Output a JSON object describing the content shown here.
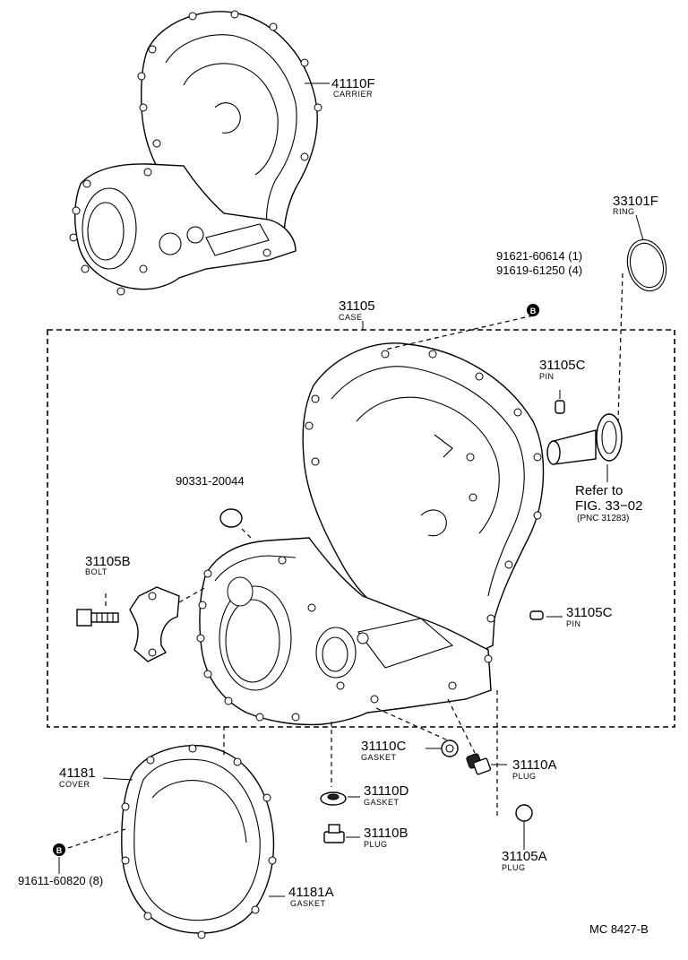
{
  "diagram": {
    "labels": {
      "carrier": {
        "pn": "41110F",
        "desc": "CARRIER"
      },
      "ring": {
        "pn": "33101F",
        "desc": "RING"
      },
      "bolt_refs": {
        "line1": "91621-60614 (1)",
        "line2": "91619-61250 (4)"
      },
      "case": {
        "pn": "31105",
        "desc": "CASE"
      },
      "pin_top": {
        "pn": "31105C",
        "desc": "PIN"
      },
      "refer": {
        "line1": "Refer to",
        "line2": "FIG. 33−02",
        "line3": "(PNC 31283)"
      },
      "part_90331": {
        "pn": "90331-20044"
      },
      "bolt": {
        "pn": "31105B",
        "desc": "BOLT"
      },
      "pin_right": {
        "pn": "31105C",
        "desc": "PIN"
      },
      "gasket_c": {
        "pn": "31110C",
        "desc": "GASKET"
      },
      "plug_a": {
        "pn": "31110A",
        "desc": "PLUG"
      },
      "cover": {
        "pn": "41181",
        "desc": "COVER"
      },
      "gasket_d": {
        "pn": "31110D",
        "desc": "GASKET"
      },
      "plug_b": {
        "pn": "31110B",
        "desc": "PLUG"
      },
      "plug_105a": {
        "pn": "31105A",
        "desc": "PLUG"
      },
      "gasket_181a": {
        "pn": "41181A",
        "desc": "GASKET"
      },
      "cover_bolt": {
        "pn": "91611-60820 (8)"
      },
      "marker_b": "B",
      "footer": "MC  8427-B"
    }
  }
}
